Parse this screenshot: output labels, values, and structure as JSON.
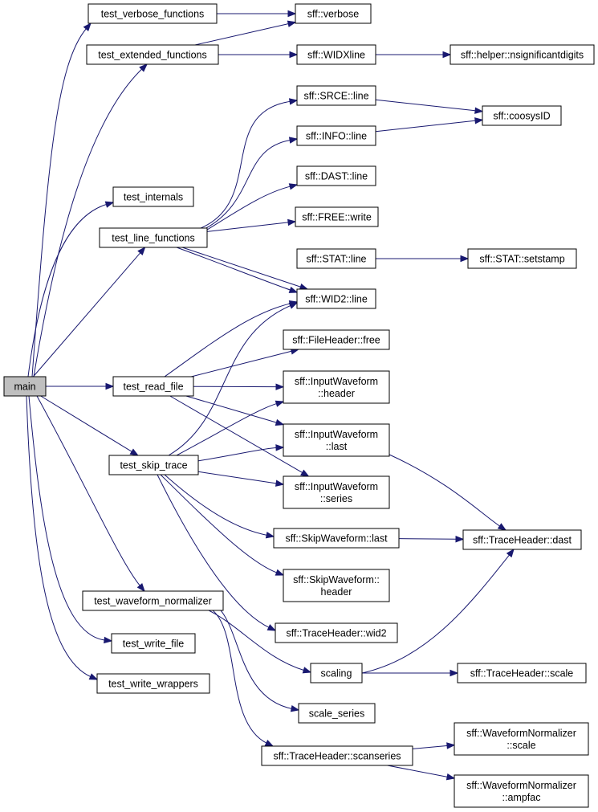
{
  "graph": {
    "edge_color": "#191970",
    "root_fill": "#bfbfbf",
    "node_fill": "#ffffff",
    "nodes": {
      "main": {
        "lines": [
          "main"
        ],
        "root": true
      },
      "test_verbose_functions": {
        "lines": [
          "test_verbose_functions"
        ]
      },
      "test_extended_functions": {
        "lines": [
          "test_extended_functions"
        ]
      },
      "test_internals": {
        "lines": [
          "test_internals"
        ]
      },
      "test_line_functions": {
        "lines": [
          "test_line_functions"
        ]
      },
      "test_read_file": {
        "lines": [
          "test_read_file"
        ]
      },
      "test_skip_trace": {
        "lines": [
          "test_skip_trace"
        ]
      },
      "test_waveform_normalizer": {
        "lines": [
          "test_waveform_normalizer"
        ]
      },
      "test_write_file": {
        "lines": [
          "test_write_file"
        ]
      },
      "test_write_wrappers": {
        "lines": [
          "test_write_wrappers"
        ]
      },
      "sff_verbose": {
        "lines": [
          "sff::verbose"
        ]
      },
      "sff_widxline": {
        "lines": [
          "sff::WIDXline"
        ]
      },
      "sff_nsig": {
        "lines": [
          "sff::helper::nsignificantdigits"
        ]
      },
      "sff_srce_line": {
        "lines": [
          "sff::SRCE::line"
        ]
      },
      "sff_info_line": {
        "lines": [
          "sff::INFO::line"
        ]
      },
      "sff_coosysid": {
        "lines": [
          "sff::coosysID"
        ]
      },
      "sff_dast_line": {
        "lines": [
          "sff::DAST::line"
        ]
      },
      "sff_free_write": {
        "lines": [
          "sff::FREE::write"
        ]
      },
      "sff_stat_line": {
        "lines": [
          "sff::STAT::line"
        ]
      },
      "sff_stat_setstamp": {
        "lines": [
          "sff::STAT::setstamp"
        ]
      },
      "sff_wid2_line": {
        "lines": [
          "sff::WID2::line"
        ]
      },
      "sff_fileheader_free": {
        "lines": [
          "sff::FileHeader::free"
        ]
      },
      "sff_iw_header": {
        "lines": [
          "sff::InputWaveform",
          "::header"
        ]
      },
      "sff_iw_last": {
        "lines": [
          "sff::InputWaveform",
          "::last"
        ]
      },
      "sff_iw_series": {
        "lines": [
          "sff::InputWaveform",
          "::series"
        ]
      },
      "sff_sw_last": {
        "lines": [
          "sff::SkipWaveform::last"
        ]
      },
      "sff_sw_header": {
        "lines": [
          "sff::SkipWaveform::",
          "header"
        ]
      },
      "sff_th_wid2": {
        "lines": [
          "sff::TraceHeader::wid2"
        ]
      },
      "sff_th_dast": {
        "lines": [
          "sff::TraceHeader::dast"
        ]
      },
      "scaling": {
        "lines": [
          "scaling"
        ]
      },
      "sff_th_scale": {
        "lines": [
          "sff::TraceHeader::scale"
        ]
      },
      "scale_series": {
        "lines": [
          "scale_series"
        ]
      },
      "sff_th_scanseries": {
        "lines": [
          "sff::TraceHeader::scanseries"
        ]
      },
      "sff_wn_scale": {
        "lines": [
          "sff::WaveformNormalizer",
          "::scale"
        ]
      },
      "sff_wn_ampfac": {
        "lines": [
          "sff::WaveformNormalizer",
          "::ampfac"
        ]
      }
    },
    "edges": [
      [
        "main",
        "test_verbose_functions"
      ],
      [
        "main",
        "test_extended_functions"
      ],
      [
        "main",
        "test_internals"
      ],
      [
        "main",
        "test_line_functions"
      ],
      [
        "main",
        "test_read_file"
      ],
      [
        "main",
        "test_skip_trace"
      ],
      [
        "main",
        "test_waveform_normalizer"
      ],
      [
        "main",
        "test_write_file"
      ],
      [
        "main",
        "test_write_wrappers"
      ],
      [
        "test_verbose_functions",
        "sff_verbose"
      ],
      [
        "test_extended_functions",
        "sff_verbose"
      ],
      [
        "test_extended_functions",
        "sff_widxline"
      ],
      [
        "sff_widxline",
        "sff_nsig"
      ],
      [
        "test_line_functions",
        "sff_srce_line"
      ],
      [
        "test_line_functions",
        "sff_info_line"
      ],
      [
        "test_line_functions",
        "sff_dast_line"
      ],
      [
        "test_line_functions",
        "sff_free_write"
      ],
      [
        "test_line_functions",
        "sff_stat_line"
      ],
      [
        "test_line_functions",
        "sff_wid2_line"
      ],
      [
        "sff_srce_line",
        "sff_coosysid"
      ],
      [
        "sff_info_line",
        "sff_coosysid"
      ],
      [
        "sff_stat_line",
        "sff_stat_setstamp"
      ],
      [
        "test_read_file",
        "sff_wid2_line"
      ],
      [
        "test_read_file",
        "sff_fileheader_free"
      ],
      [
        "test_read_file",
        "sff_iw_header"
      ],
      [
        "test_read_file",
        "sff_iw_last"
      ],
      [
        "test_read_file",
        "sff_iw_series"
      ],
      [
        "test_skip_trace",
        "sff_wid2_line"
      ],
      [
        "test_skip_trace",
        "sff_iw_header"
      ],
      [
        "test_skip_trace",
        "sff_iw_last"
      ],
      [
        "test_skip_trace",
        "sff_iw_series"
      ],
      [
        "test_skip_trace",
        "sff_sw_last"
      ],
      [
        "test_skip_trace",
        "sff_sw_header"
      ],
      [
        "test_skip_trace",
        "sff_th_wid2"
      ],
      [
        "sff_iw_last",
        "sff_th_dast"
      ],
      [
        "sff_sw_last",
        "sff_th_dast"
      ],
      [
        "test_waveform_normalizer",
        "scaling"
      ],
      [
        "test_waveform_normalizer",
        "scale_series"
      ],
      [
        "test_waveform_normalizer",
        "sff_th_scanseries"
      ],
      [
        "scaling",
        "sff_th_dast"
      ],
      [
        "scaling",
        "sff_th_scale"
      ],
      [
        "sff_th_scanseries",
        "sff_wn_scale"
      ],
      [
        "sff_th_scanseries",
        "sff_wn_ampfac"
      ]
    ]
  }
}
